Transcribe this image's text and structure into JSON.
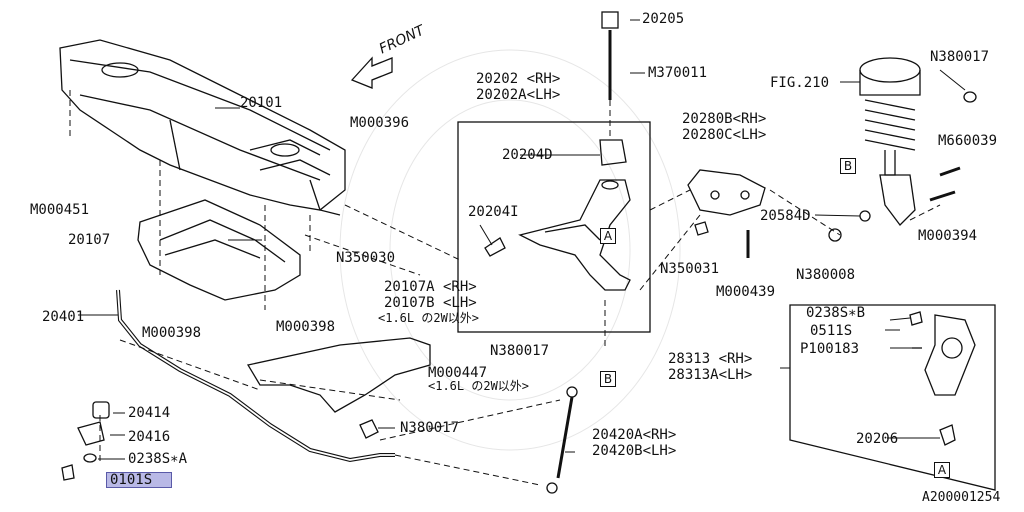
{
  "front_label": "FRONT",
  "diagram_id": "A200001254",
  "parts": {
    "p20205": "20205",
    "pM370011": "M370011",
    "p20202": "20202 <RH>",
    "p20202A": "20202A<LH>",
    "p20204D": "20204D",
    "p20204I": "20204I",
    "p20280B": "20280B<RH>",
    "p20280C": "20280C<LH>",
    "pN350031": "N350031",
    "pM000439": "M000439",
    "pFIG210": "FIG.210",
    "pN380017_top": "N380017",
    "pM660039": "M660039",
    "p20584D": "20584D",
    "pM000394": "M000394",
    "pN380008": "N380008",
    "p20101": "20101",
    "pM000396": "M000396",
    "pM000451": "M000451",
    "p20107": "20107",
    "pN350030": "N350030",
    "p20401": "20401",
    "pM000398_a": "M000398",
    "pM000398_b": "M000398",
    "p20107A": "20107A <RH>",
    "p20107B": "20107B <LH>",
    "note_16L_a": "<1.6L の2W以外>",
    "pN380017_mid": "N380017",
    "pM000447": "M000447",
    "note_16L_b": "<1.6L の2W以外>",
    "p20414": "20414",
    "p20416": "20416",
    "p0238SA": "0238S∗A",
    "p0101S": "0101S",
    "pN380017_low": "N380017",
    "p20420A": "20420A<RH>",
    "p20420B": "20420B<LH>",
    "p0238SB": "0238S∗B",
    "p0511S": "0511S",
    "pP100183": "P100183",
    "p28313": "28313 <RH>",
    "p28313A": "28313A<LH>",
    "p20206": "20206"
  },
  "ref_boxes": {
    "a1": "A",
    "a2": "A",
    "b1": "B",
    "b2": "B"
  }
}
